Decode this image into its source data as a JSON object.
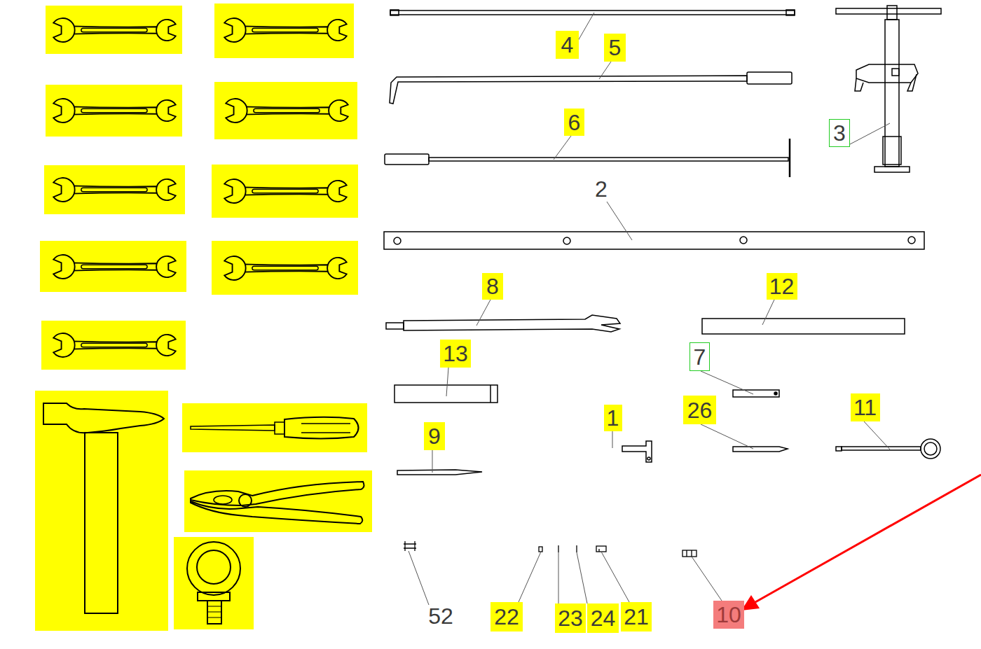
{
  "diagram": {
    "nodes": [
      {
        "text": [
          "4"
        ]
      },
      {
        "text": [
          "5"
        ]
      },
      {
        "text": [
          "3"
        ]
      },
      {
        "text": [
          "6"
        ]
      },
      {
        "text": [
          "8"
        ]
      },
      {
        "text": [
          "12"
        ]
      },
      {
        "text": [
          "13"
        ]
      },
      {
        "text": [
          "7"
        ]
      },
      {
        "text": [
          "26"
        ]
      },
      {
        "text": [
          "11"
        ]
      },
      {
        "text": [
          "1"
        ]
      },
      {
        "text": [
          "9"
        ]
      },
      {
        "text": [
          "22"
        ]
      },
      {
        "text": [
          "23"
        ]
      },
      {
        "text": [
          "24"
        ]
      },
      {
        "text": [
          "21"
        ]
      },
      {
        "text": [
          "10"
        ]
      }
    ],
    "labels": [
      "2",
      "52"
    ]
  }
}
